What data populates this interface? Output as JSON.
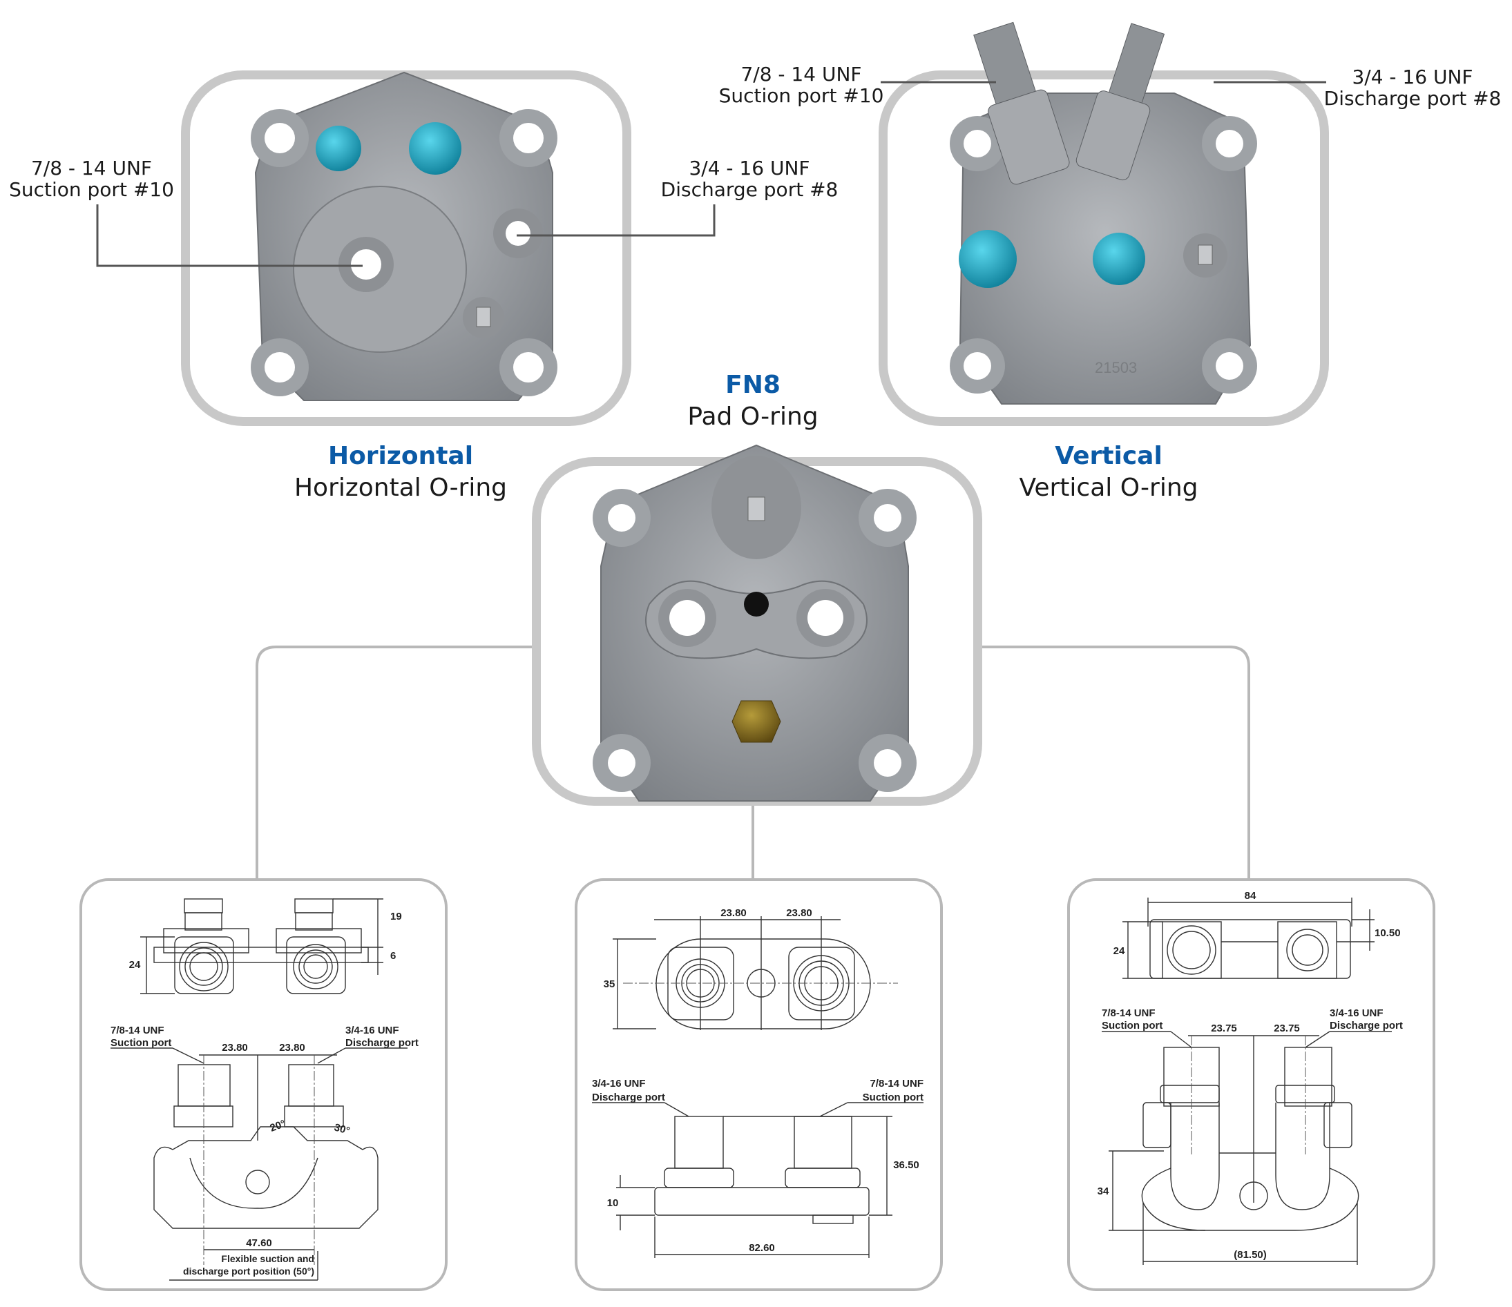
{
  "variants": {
    "horizontal": {
      "title": "Horizontal",
      "subtitle": "Horizontal O-ring",
      "suction_callout": {
        "spec": "7/8 - 14 UNF",
        "label": "Suction port #10"
      },
      "discharge_callout": {
        "spec": "3/4 - 16 UNF",
        "label": "Discharge port #8"
      }
    },
    "fn8": {
      "title": "FN8",
      "subtitle": "Pad O-ring"
    },
    "vertical": {
      "title": "Vertical",
      "subtitle": "Vertical O-ring",
      "suction_callout": {
        "spec": "7/8 - 14 UNF",
        "label": "Suction port #10"
      },
      "discharge_callout": {
        "spec": "3/4 - 16 UNF",
        "label": "Discharge port #8"
      },
      "casting_mark": "21503"
    }
  },
  "drawings": {
    "horizontal": {
      "top_view": {
        "height_dim": "24",
        "port_height_dim": "19",
        "flange_dim": "6"
      },
      "front_view": {
        "suction": {
          "spec": "7/8-14 UNF",
          "label": "Suction port"
        },
        "discharge": {
          "spec": "3/4-16 UNF",
          "label": "Discharge port"
        },
        "left_spacing": "23.80",
        "right_spacing": "23.80",
        "angle_left": "20°",
        "angle_right": "30°",
        "base_width": "47.60",
        "note_line1": "Flexible suction and",
        "note_line2": "discharge port position (50°)"
      }
    },
    "fn8": {
      "top_view": {
        "left_spacing": "23.80",
        "right_spacing": "23.80",
        "height_dim": "35"
      },
      "front_view": {
        "discharge": {
          "spec": "3/4-16 UNF",
          "label": "Discharge port"
        },
        "suction": {
          "spec": "7/8-14 UNF",
          "label": "Suction port"
        },
        "base_height": "10",
        "total_height": "36.50",
        "base_width": "82.60"
      }
    },
    "vertical": {
      "top_view": {
        "width_dim": "84",
        "height_dim": "24",
        "offset_dim": "10.50"
      },
      "front_view": {
        "suction": {
          "spec": "7/8-14 UNF",
          "label": "Suction port"
        },
        "discharge": {
          "spec": "3/4-16 UNF",
          "label": "Discharge port"
        },
        "left_spacing": "23.75",
        "right_spacing": "23.75",
        "height_dim": "34",
        "base_width": "(81.50)"
      }
    }
  },
  "colors": {
    "title_blue": "#0b5aa6",
    "frame_gray": "#c8c8c8",
    "metal": "#9a9ea3"
  }
}
